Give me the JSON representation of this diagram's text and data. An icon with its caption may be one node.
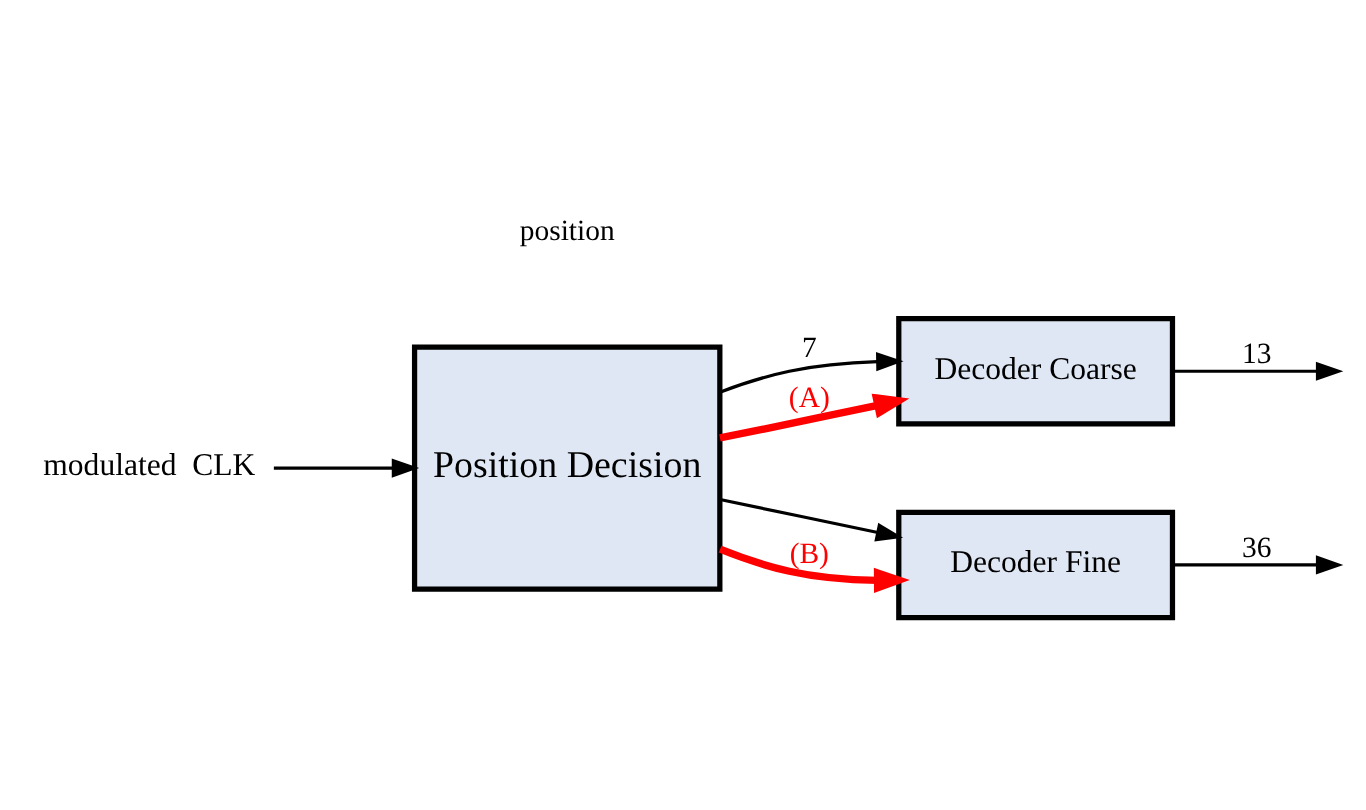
{
  "diagram": {
    "nodes": [
      {
        "text": [
          "Position Decision"
        ]
      },
      {
        "text": [
          "Decoder Coarse"
        ]
      },
      {
        "text": [
          "Decoder Fine"
        ]
      },
      {
        "text": [
          "modulated  CLK"
        ]
      }
    ],
    "edges": [
      {
        "from": 3,
        "to": 0,
        "arrow": "to"
      },
      {
        "from": 0,
        "to": 1,
        "arrow": "to",
        "label": "7"
      },
      {
        "from": 0,
        "to": 2,
        "arrow": "to"
      },
      {
        "from": 0,
        "to": 1,
        "arrow": "to",
        "label": "(A)",
        "style": "thick",
        "color": "#ff0000"
      },
      {
        "from": 0,
        "to": 2,
        "arrow": "to",
        "label": "(B)",
        "style": "thick",
        "color": "#ff0000"
      },
      {
        "from": 1,
        "to": null,
        "arrow": "to",
        "label": "13"
      },
      {
        "from": 2,
        "to": null,
        "arrow": "to",
        "label": "36"
      }
    ],
    "labels": [
      "position"
    ]
  }
}
